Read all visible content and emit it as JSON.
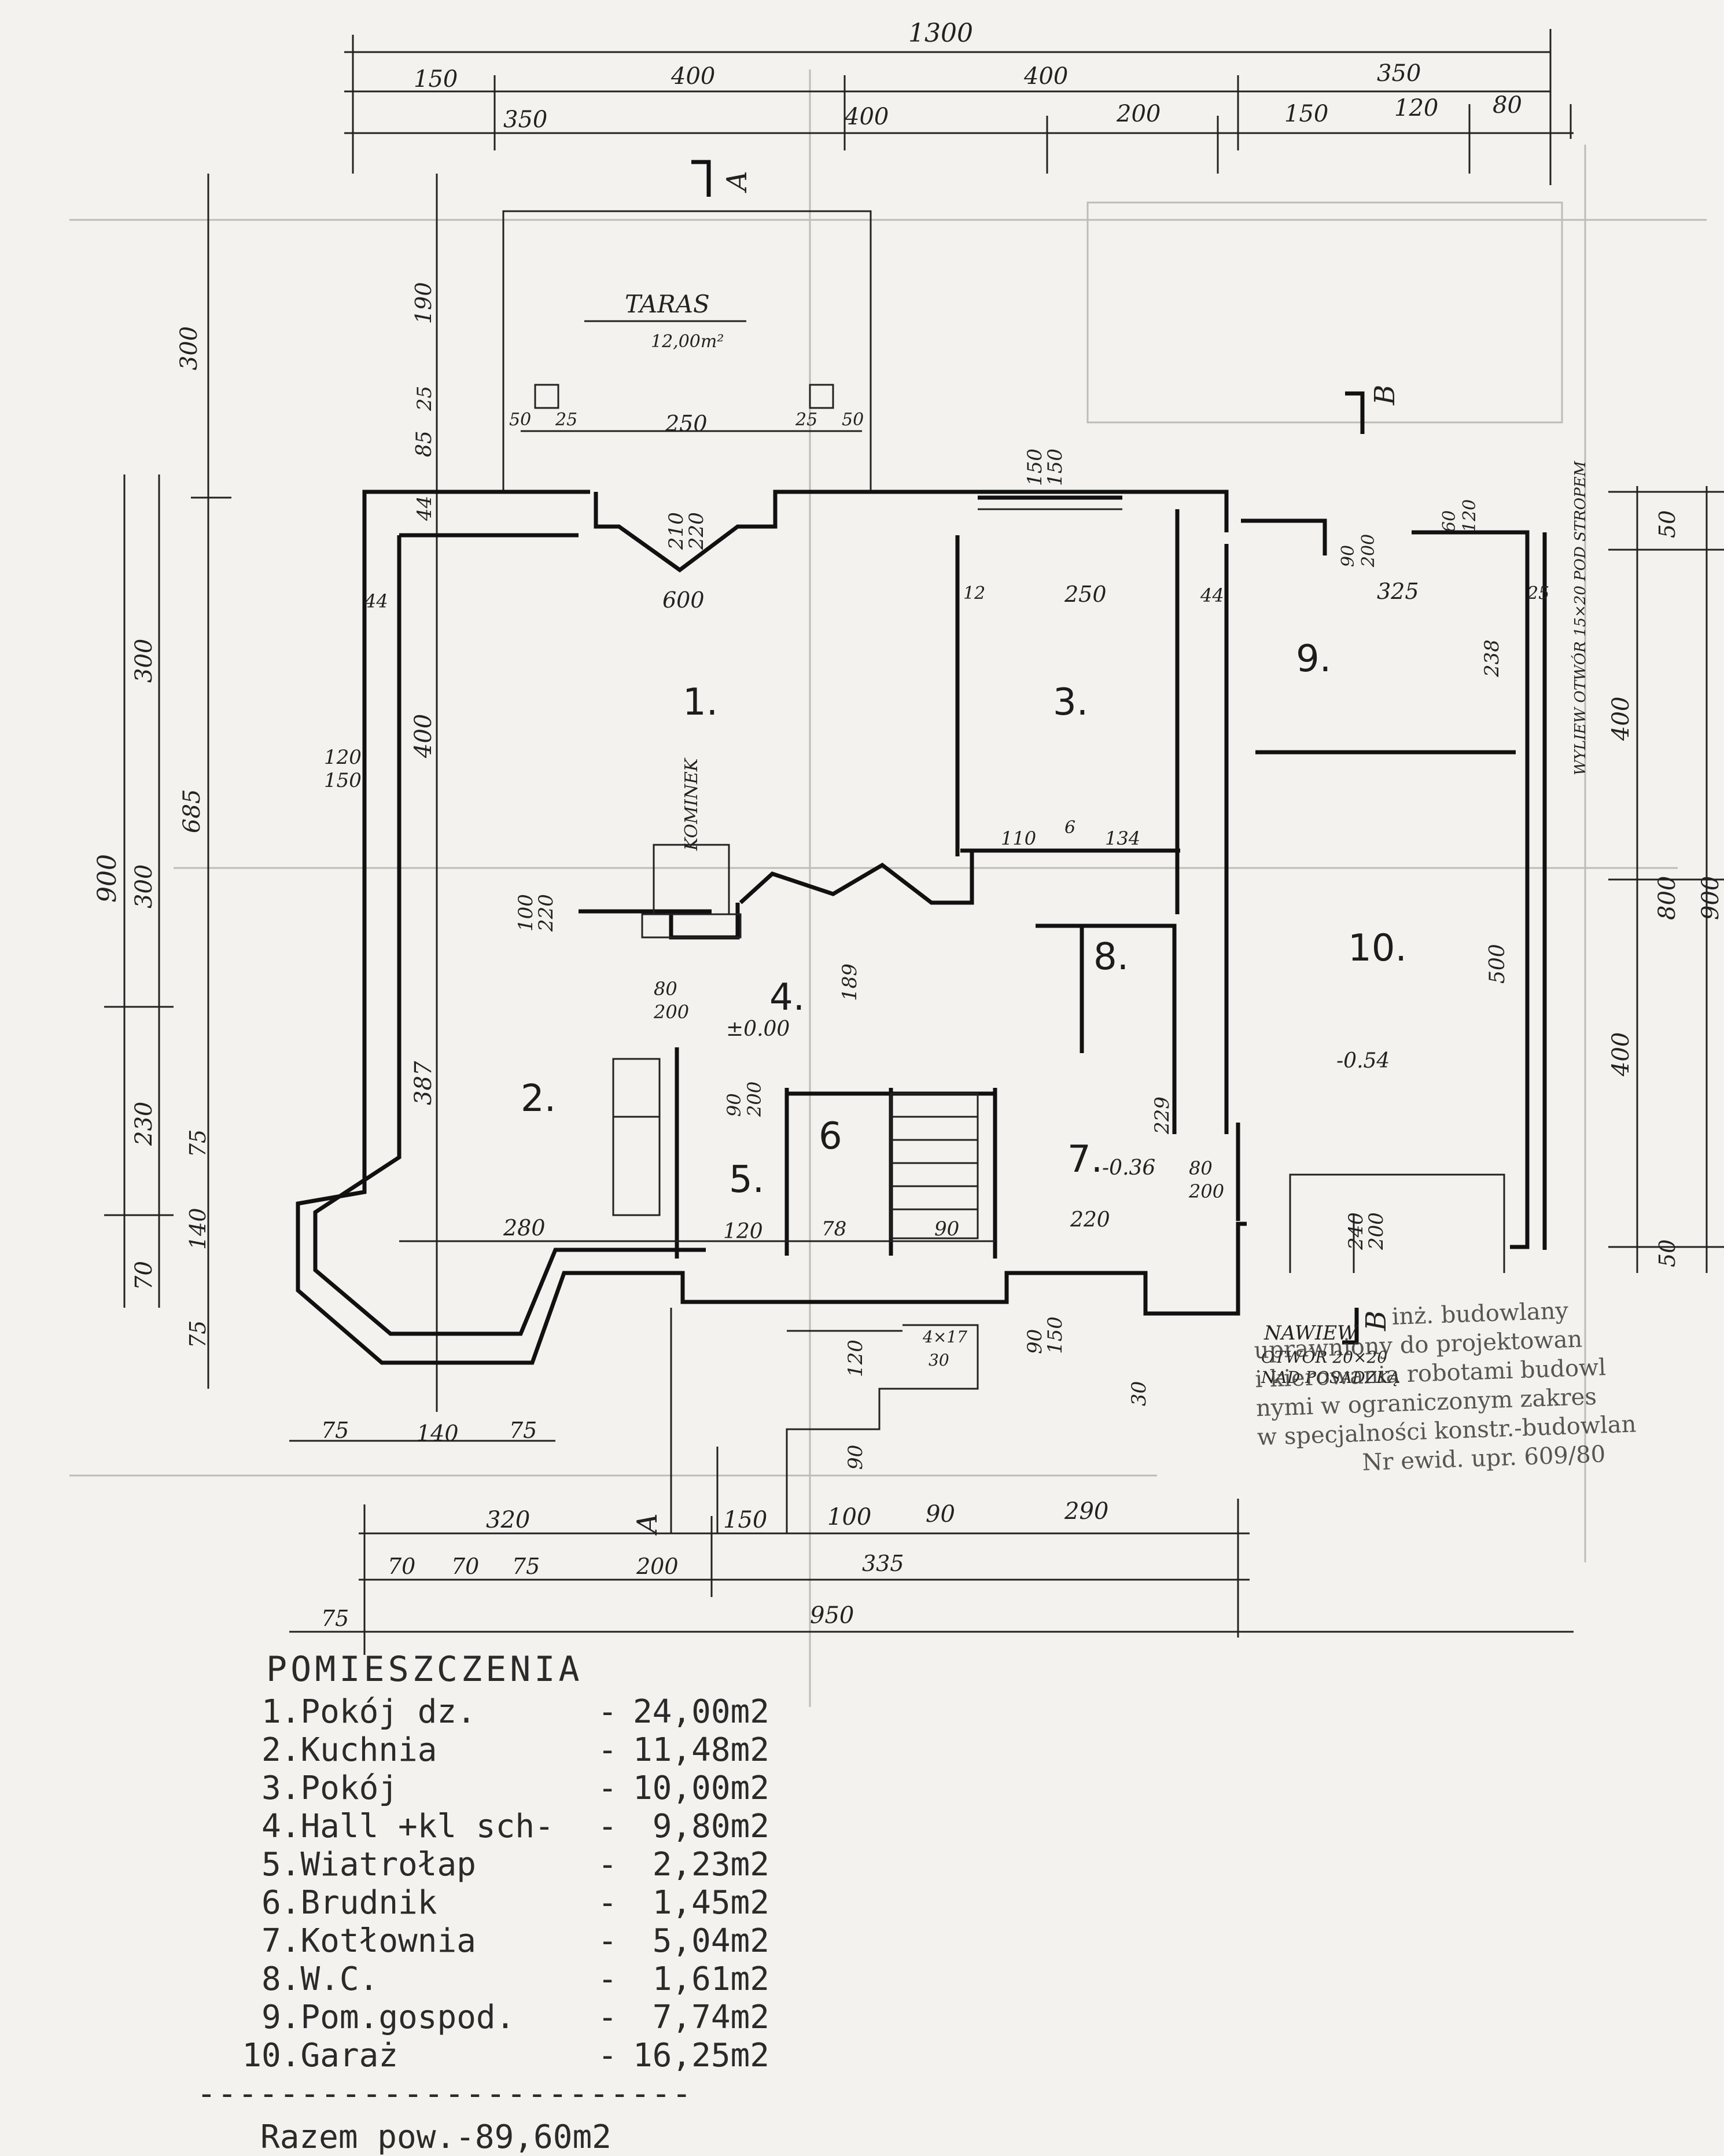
{
  "plan": {
    "terrace_label": "TARAS",
    "terrace_area": "12,00m²",
    "fireplace_label": "KOMINEK",
    "vent_title": "NAWIEW",
    "vent_line1": "OTWÓR 20×20",
    "vent_line2": "NAD POSADZKĄ",
    "outlet_label": "WYLIEW OTWÓR 15×20 POD STROPEM",
    "section_a": "A",
    "section_b": "B",
    "levels": {
      "hall": "±0.00",
      "boiler": "-0.36",
      "garage": "-0.54"
    },
    "rooms": [
      "1.",
      "2.",
      "3.",
      "4.",
      "5.",
      "6",
      "7.",
      "8.",
      "9.",
      "10."
    ],
    "dims_top": {
      "overall": "1300",
      "row1": [
        "150",
        "400",
        "400",
        "350"
      ],
      "row2": [
        "350",
        "400",
        "200",
        "150",
        "120",
        "80"
      ]
    },
    "dims_bottom": {
      "row1": [
        "320",
        "150",
        "100",
        "90",
        "290"
      ],
      "row2": [
        "70",
        "70",
        "75",
        "200",
        "335"
      ],
      "row3": [
        "75",
        "950"
      ],
      "bay": [
        "75",
        "140",
        "75"
      ]
    },
    "dims_left": {
      "outer": "900",
      "row1": [
        "300",
        "685"
      ],
      "row2": [
        "300",
        "300",
        "230",
        "70"
      ],
      "row3": [
        "190",
        "85",
        "25",
        "44",
        "400",
        "387",
        "140",
        "75",
        "75"
      ]
    },
    "dims_right": {
      "row1": [
        "50",
        "800",
        "50"
      ],
      "row2": [
        "400",
        "400"
      ],
      "outer": "900"
    },
    "dims_inner": [
      "600",
      "250",
      "325",
      "44",
      "44",
      "12",
      "25",
      "238",
      "500",
      "229",
      "280",
      "120",
      "78",
      "90",
      "220",
      "110",
      "134",
      "6",
      "189",
      "250",
      "210",
      "220",
      "50",
      "25",
      "25",
      "50",
      "150",
      "150",
      "60",
      "120",
      "90",
      "200",
      "120",
      "150",
      "100",
      "220",
      "80",
      "200",
      "90",
      "200",
      "240",
      "200",
      "80",
      "200",
      "90",
      "150",
      "120",
      "90",
      "30",
      "4×17",
      "30"
    ]
  },
  "legend": {
    "title": "POMIESZCZENIA",
    "rooms": [
      {
        "n": "1.",
        "name": "Pokój dz.",
        "area": "24,00m2"
      },
      {
        "n": "2.",
        "name": "Kuchnia",
        "area": "11,48m2"
      },
      {
        "n": "3.",
        "name": "Pokój",
        "area": "10,00m2"
      },
      {
        "n": "4.",
        "name": "Hall +kl sch-",
        "area": "9,80m2"
      },
      {
        "n": "5.",
        "name": "Wiatrołap",
        "area": "2,23m2"
      },
      {
        "n": "6.",
        "name": "Brudnik",
        "area": "1,45m2"
      },
      {
        "n": "7.",
        "name": "Kotłownia",
        "area": "5,04m2"
      },
      {
        "n": "8.",
        "name": "W.C.",
        "area": "1,61m2"
      },
      {
        "n": "9.",
        "name": "Pom.gospod.",
        "area": "7,74m2"
      },
      {
        "n": "10.",
        "name": "Garaż",
        "area": "16,25m2"
      }
    ],
    "separator": "------------------------",
    "total": "Razem pow.-89,60m2"
  },
  "stamp": {
    "line1": "inż. budowlany",
    "line2": "uprawniony do projektowan",
    "line3": "i kierowania robotami budowl",
    "line4": "nymi w ograniczonym zakres",
    "line5": "w specjalności konstr.-budowlan",
    "line6": "Nr ewid. upr. 609/80"
  }
}
